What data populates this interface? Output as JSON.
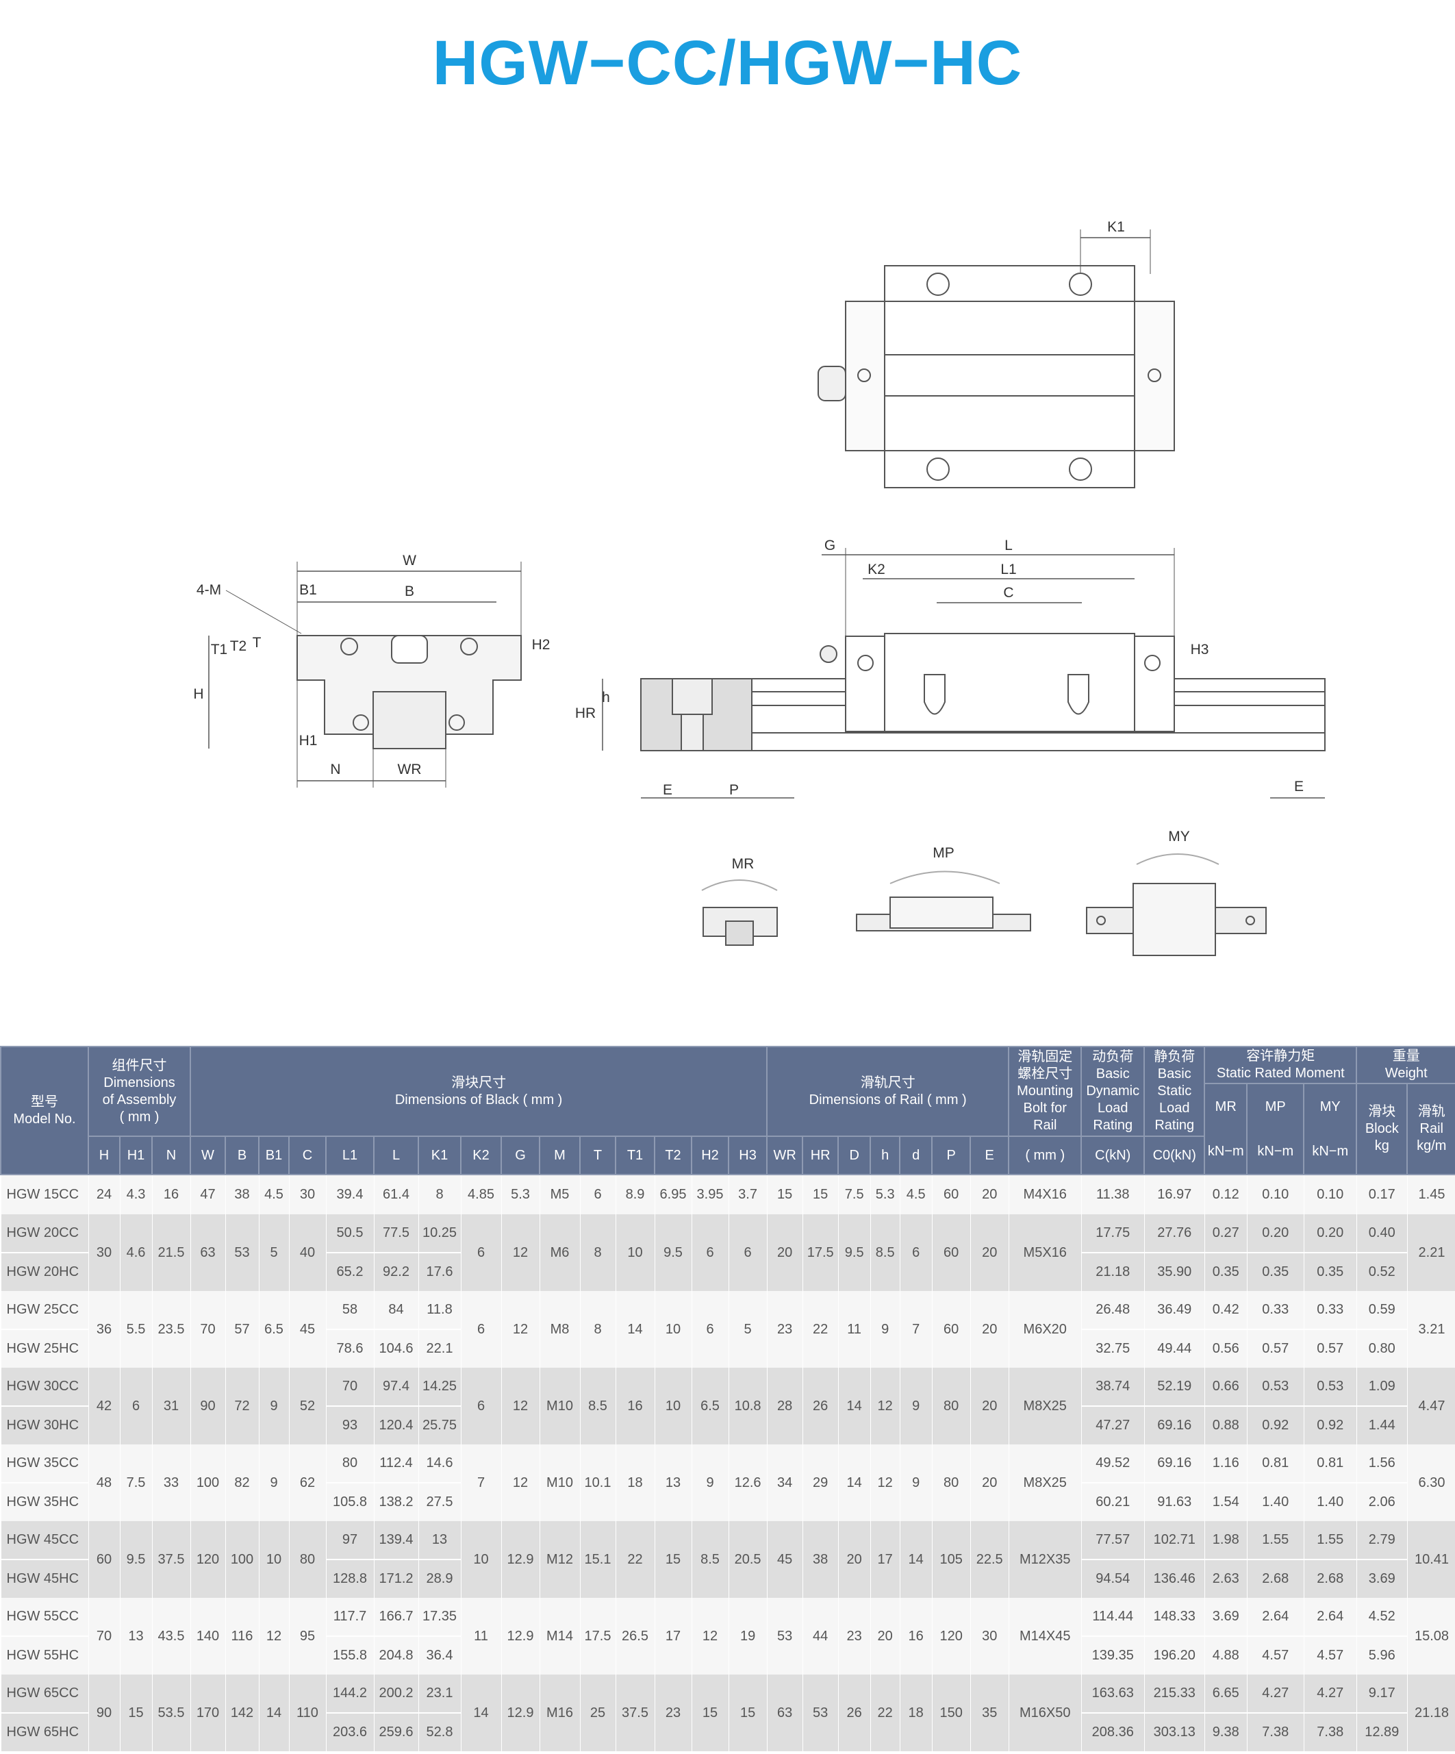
{
  "title": "HGW−CC/HGW−HC",
  "colors": {
    "title": "#1a9ee0",
    "header_bg": "#5f6f8f",
    "row_light": "#f6f6f6",
    "row_dark": "#dedede"
  },
  "drawing": {
    "top_view": {
      "K1": "K1"
    },
    "front_view": {
      "W": "W",
      "B1": "B1",
      "B": "B",
      "M": "4-M",
      "T1": "T1",
      "T2": "T2",
      "T": "T",
      "H2": "H2",
      "H": "H",
      "H1": "H1",
      "N": "N",
      "WR": "WR"
    },
    "side_view": {
      "G": "G",
      "L": "L",
      "K2": "K2",
      "L1": "L1",
      "C": "C",
      "H3": "H3",
      "HR": "HR",
      "h": "h",
      "E_left": "E",
      "P": "P",
      "E_right": "E"
    },
    "moments": {
      "MR": "MR",
      "MP": "MP",
      "MY": "MY"
    }
  },
  "table": {
    "header": {
      "model": [
        "型号",
        "Model No."
      ],
      "assembly": [
        "组件尺寸",
        "Dimensions",
        "of Assembly",
        "( mm )"
      ],
      "block": [
        "滑块尺寸",
        "Dimensions of Black ( mm )"
      ],
      "rail": [
        "滑轨尺寸",
        "Dimensions of Rail ( mm )"
      ],
      "bolt": [
        "滑轨固定",
        "螺栓尺寸",
        "Mounting",
        "Bolt for",
        "Rail"
      ],
      "dynamic": [
        "动负荷",
        "Basic",
        "Dynamic",
        "Load",
        "Rating"
      ],
      "static": [
        "静负荷",
        "Basic",
        "Static",
        "Load",
        "Rating"
      ],
      "moment": [
        "容许静力矩",
        "Static Rated Moment"
      ],
      "weight": [
        "重量",
        "Weight"
      ],
      "moment_cols": [
        [
          "MR",
          "kN−m"
        ],
        [
          "MP",
          "kN−m"
        ],
        [
          "MY",
          "kN−m"
        ]
      ],
      "weight_cols": [
        [
          "滑块",
          "Block",
          "kg"
        ],
        [
          "滑轨",
          "Rail",
          "kg/m"
        ]
      ],
      "sub_cols": [
        "H",
        "H1",
        "N",
        "W",
        "B",
        "B1",
        "C",
        "L1",
        "L",
        "K1",
        "K2",
        "G",
        "M",
        "T",
        "T1",
        "T2",
        "H2",
        "H3",
        "WR",
        "HR",
        "D",
        "h",
        "d",
        "P",
        "E",
        "( mm )",
        "C(kN)",
        "C0(kN)"
      ]
    },
    "groups": [
      {
        "H": "24",
        "H1": "4.3",
        "N": "16",
        "W": "47",
        "B": "38",
        "B1": "4.5",
        "C": "30",
        "K2": "4.85",
        "G": "5.3",
        "M": "M5",
        "T": "6",
        "T1": "8.9",
        "T2": "6.95",
        "H2": "3.95",
        "H3": "3.7",
        "WR": "15",
        "HR": "15",
        "D": "7.5",
        "h": "5.3",
        "d": "4.5",
        "P": "60",
        "E": "20",
        "bolt": "M4X16",
        "rail_kg": "1.45",
        "variants": [
          {
            "model": "HGW 15CC",
            "L1": "39.4",
            "L": "61.4",
            "K1": "8",
            "Cd": "11.38",
            "C0": "16.97",
            "MR": "0.12",
            "MP": "0.10",
            "MY": "0.10",
            "block_kg": "0.17"
          }
        ]
      },
      {
        "H": "30",
        "H1": "4.6",
        "N": "21.5",
        "W": "63",
        "B": "53",
        "B1": "5",
        "C": "40",
        "K2": "6",
        "G": "12",
        "M": "M6",
        "T": "8",
        "T1": "10",
        "T2": "9.5",
        "H2": "6",
        "H3": "6",
        "WR": "20",
        "HR": "17.5",
        "D": "9.5",
        "h": "8.5",
        "d": "6",
        "P": "60",
        "E": "20",
        "bolt": "M5X16",
        "rail_kg": "2.21",
        "variants": [
          {
            "model": "HGW 20CC",
            "L1": "50.5",
            "L": "77.5",
            "K1": "10.25",
            "Cd": "17.75",
            "C0": "27.76",
            "MR": "0.27",
            "MP": "0.20",
            "MY": "0.20",
            "block_kg": "0.40"
          },
          {
            "model": "HGW 20HC",
            "L1": "65.2",
            "L": "92.2",
            "K1": "17.6",
            "Cd": "21.18",
            "C0": "35.90",
            "MR": "0.35",
            "MP": "0.35",
            "MY": "0.35",
            "block_kg": "0.52"
          }
        ]
      },
      {
        "H": "36",
        "H1": "5.5",
        "N": "23.5",
        "W": "70",
        "B": "57",
        "B1": "6.5",
        "C": "45",
        "K2": "6",
        "G": "12",
        "M": "M8",
        "T": "8",
        "T1": "14",
        "T2": "10",
        "H2": "6",
        "H3": "5",
        "WR": "23",
        "HR": "22",
        "D": "11",
        "h": "9",
        "d": "7",
        "P": "60",
        "E": "20",
        "bolt": "M6X20",
        "rail_kg": "3.21",
        "variants": [
          {
            "model": "HGW 25CC",
            "L1": "58",
            "L": "84",
            "K1": "11.8",
            "Cd": "26.48",
            "C0": "36.49",
            "MR": "0.42",
            "MP": "0.33",
            "MY": "0.33",
            "block_kg": "0.59"
          },
          {
            "model": "HGW 25HC",
            "L1": "78.6",
            "L": "104.6",
            "K1": "22.1",
            "Cd": "32.75",
            "C0": "49.44",
            "MR": "0.56",
            "MP": "0.57",
            "MY": "0.57",
            "block_kg": "0.80"
          }
        ]
      },
      {
        "H": "42",
        "H1": "6",
        "N": "31",
        "W": "90",
        "B": "72",
        "B1": "9",
        "C": "52",
        "K2": "6",
        "G": "12",
        "M": "M10",
        "T": "8.5",
        "T1": "16",
        "T2": "10",
        "H2": "6.5",
        "H3": "10.8",
        "WR": "28",
        "HR": "26",
        "D": "14",
        "h": "12",
        "d": "9",
        "P": "80",
        "E": "20",
        "bolt": "M8X25",
        "rail_kg": "4.47",
        "variants": [
          {
            "model": "HGW 30CC",
            "L1": "70",
            "L": "97.4",
            "K1": "14.25",
            "Cd": "38.74",
            "C0": "52.19",
            "MR": "0.66",
            "MP": "0.53",
            "MY": "0.53",
            "block_kg": "1.09"
          },
          {
            "model": "HGW 30HC",
            "L1": "93",
            "L": "120.4",
            "K1": "25.75",
            "Cd": "47.27",
            "C0": "69.16",
            "MR": "0.88",
            "MP": "0.92",
            "MY": "0.92",
            "block_kg": "1.44"
          }
        ]
      },
      {
        "H": "48",
        "H1": "7.5",
        "N": "33",
        "W": "100",
        "B": "82",
        "B1": "9",
        "C": "62",
        "K2": "7",
        "G": "12",
        "M": "M10",
        "T": "10.1",
        "T1": "18",
        "T2": "13",
        "H2": "9",
        "H3": "12.6",
        "WR": "34",
        "HR": "29",
        "D": "14",
        "h": "12",
        "d": "9",
        "P": "80",
        "E": "20",
        "bolt": "M8X25",
        "rail_kg": "6.30",
        "variants": [
          {
            "model": "HGW 35CC",
            "L1": "80",
            "L": "112.4",
            "K1": "14.6",
            "Cd": "49.52",
            "C0": "69.16",
            "MR": "1.16",
            "MP": "0.81",
            "MY": "0.81",
            "block_kg": "1.56"
          },
          {
            "model": "HGW 35HC",
            "L1": "105.8",
            "L": "138.2",
            "K1": "27.5",
            "Cd": "60.21",
            "C0": "91.63",
            "MR": "1.54",
            "MP": "1.40",
            "MY": "1.40",
            "block_kg": "2.06"
          }
        ]
      },
      {
        "H": "60",
        "H1": "9.5",
        "N": "37.5",
        "W": "120",
        "B": "100",
        "B1": "10",
        "C": "80",
        "K2": "10",
        "G": "12.9",
        "M": "M12",
        "T": "15.1",
        "T1": "22",
        "T2": "15",
        "H2": "8.5",
        "H3": "20.5",
        "WR": "45",
        "HR": "38",
        "D": "20",
        "h": "17",
        "d": "14",
        "P": "105",
        "E": "22.5",
        "bolt": "M12X35",
        "rail_kg": "10.41",
        "variants": [
          {
            "model": "HGW 45CC",
            "L1": "97",
            "L": "139.4",
            "K1": "13",
            "Cd": "77.57",
            "C0": "102.71",
            "MR": "1.98",
            "MP": "1.55",
            "MY": "1.55",
            "block_kg": "2.79"
          },
          {
            "model": "HGW 45HC",
            "L1": "128.8",
            "L": "171.2",
            "K1": "28.9",
            "Cd": "94.54",
            "C0": "136.46",
            "MR": "2.63",
            "MP": "2.68",
            "MY": "2.68",
            "block_kg": "3.69"
          }
        ]
      },
      {
        "H": "70",
        "H1": "13",
        "N": "43.5",
        "W": "140",
        "B": "116",
        "B1": "12",
        "C": "95",
        "K2": "11",
        "G": "12.9",
        "M": "M14",
        "T": "17.5",
        "T1": "26.5",
        "T2": "17",
        "H2": "12",
        "H3": "19",
        "WR": "53",
        "HR": "44",
        "D": "23",
        "h": "20",
        "d": "16",
        "P": "120",
        "E": "30",
        "bolt": "M14X45",
        "rail_kg": "15.08",
        "variants": [
          {
            "model": "HGW 55CC",
            "L1": "117.7",
            "L": "166.7",
            "K1": "17.35",
            "Cd": "114.44",
            "C0": "148.33",
            "MR": "3.69",
            "MP": "2.64",
            "MY": "2.64",
            "block_kg": "4.52"
          },
          {
            "model": "HGW 55HC",
            "L1": "155.8",
            "L": "204.8",
            "K1": "36.4",
            "Cd": "139.35",
            "C0": "196.20",
            "MR": "4.88",
            "MP": "4.57",
            "MY": "4.57",
            "block_kg": "5.96"
          }
        ]
      },
      {
        "H": "90",
        "H1": "15",
        "N": "53.5",
        "W": "170",
        "B": "142",
        "B1": "14",
        "C": "110",
        "K2": "14",
        "G": "12.9",
        "M": "M16",
        "T": "25",
        "T1": "37.5",
        "T2": "23",
        "H2": "15",
        "H3": "15",
        "WR": "63",
        "HR": "53",
        "D": "26",
        "h": "22",
        "d": "18",
        "P": "150",
        "E": "35",
        "bolt": "M16X50",
        "rail_kg": "21.18",
        "variants": [
          {
            "model": "HGW 65CC",
            "L1": "144.2",
            "L": "200.2",
            "K1": "23.1",
            "Cd": "163.63",
            "C0": "215.33",
            "MR": "6.65",
            "MP": "4.27",
            "MY": "4.27",
            "block_kg": "9.17"
          },
          {
            "model": "HGW 65HC",
            "L1": "203.6",
            "L": "259.6",
            "K1": "52.8",
            "Cd": "208.36",
            "C0": "303.13",
            "MR": "9.38",
            "MP": "7.38",
            "MY": "7.38",
            "block_kg": "12.89"
          }
        ]
      }
    ]
  }
}
